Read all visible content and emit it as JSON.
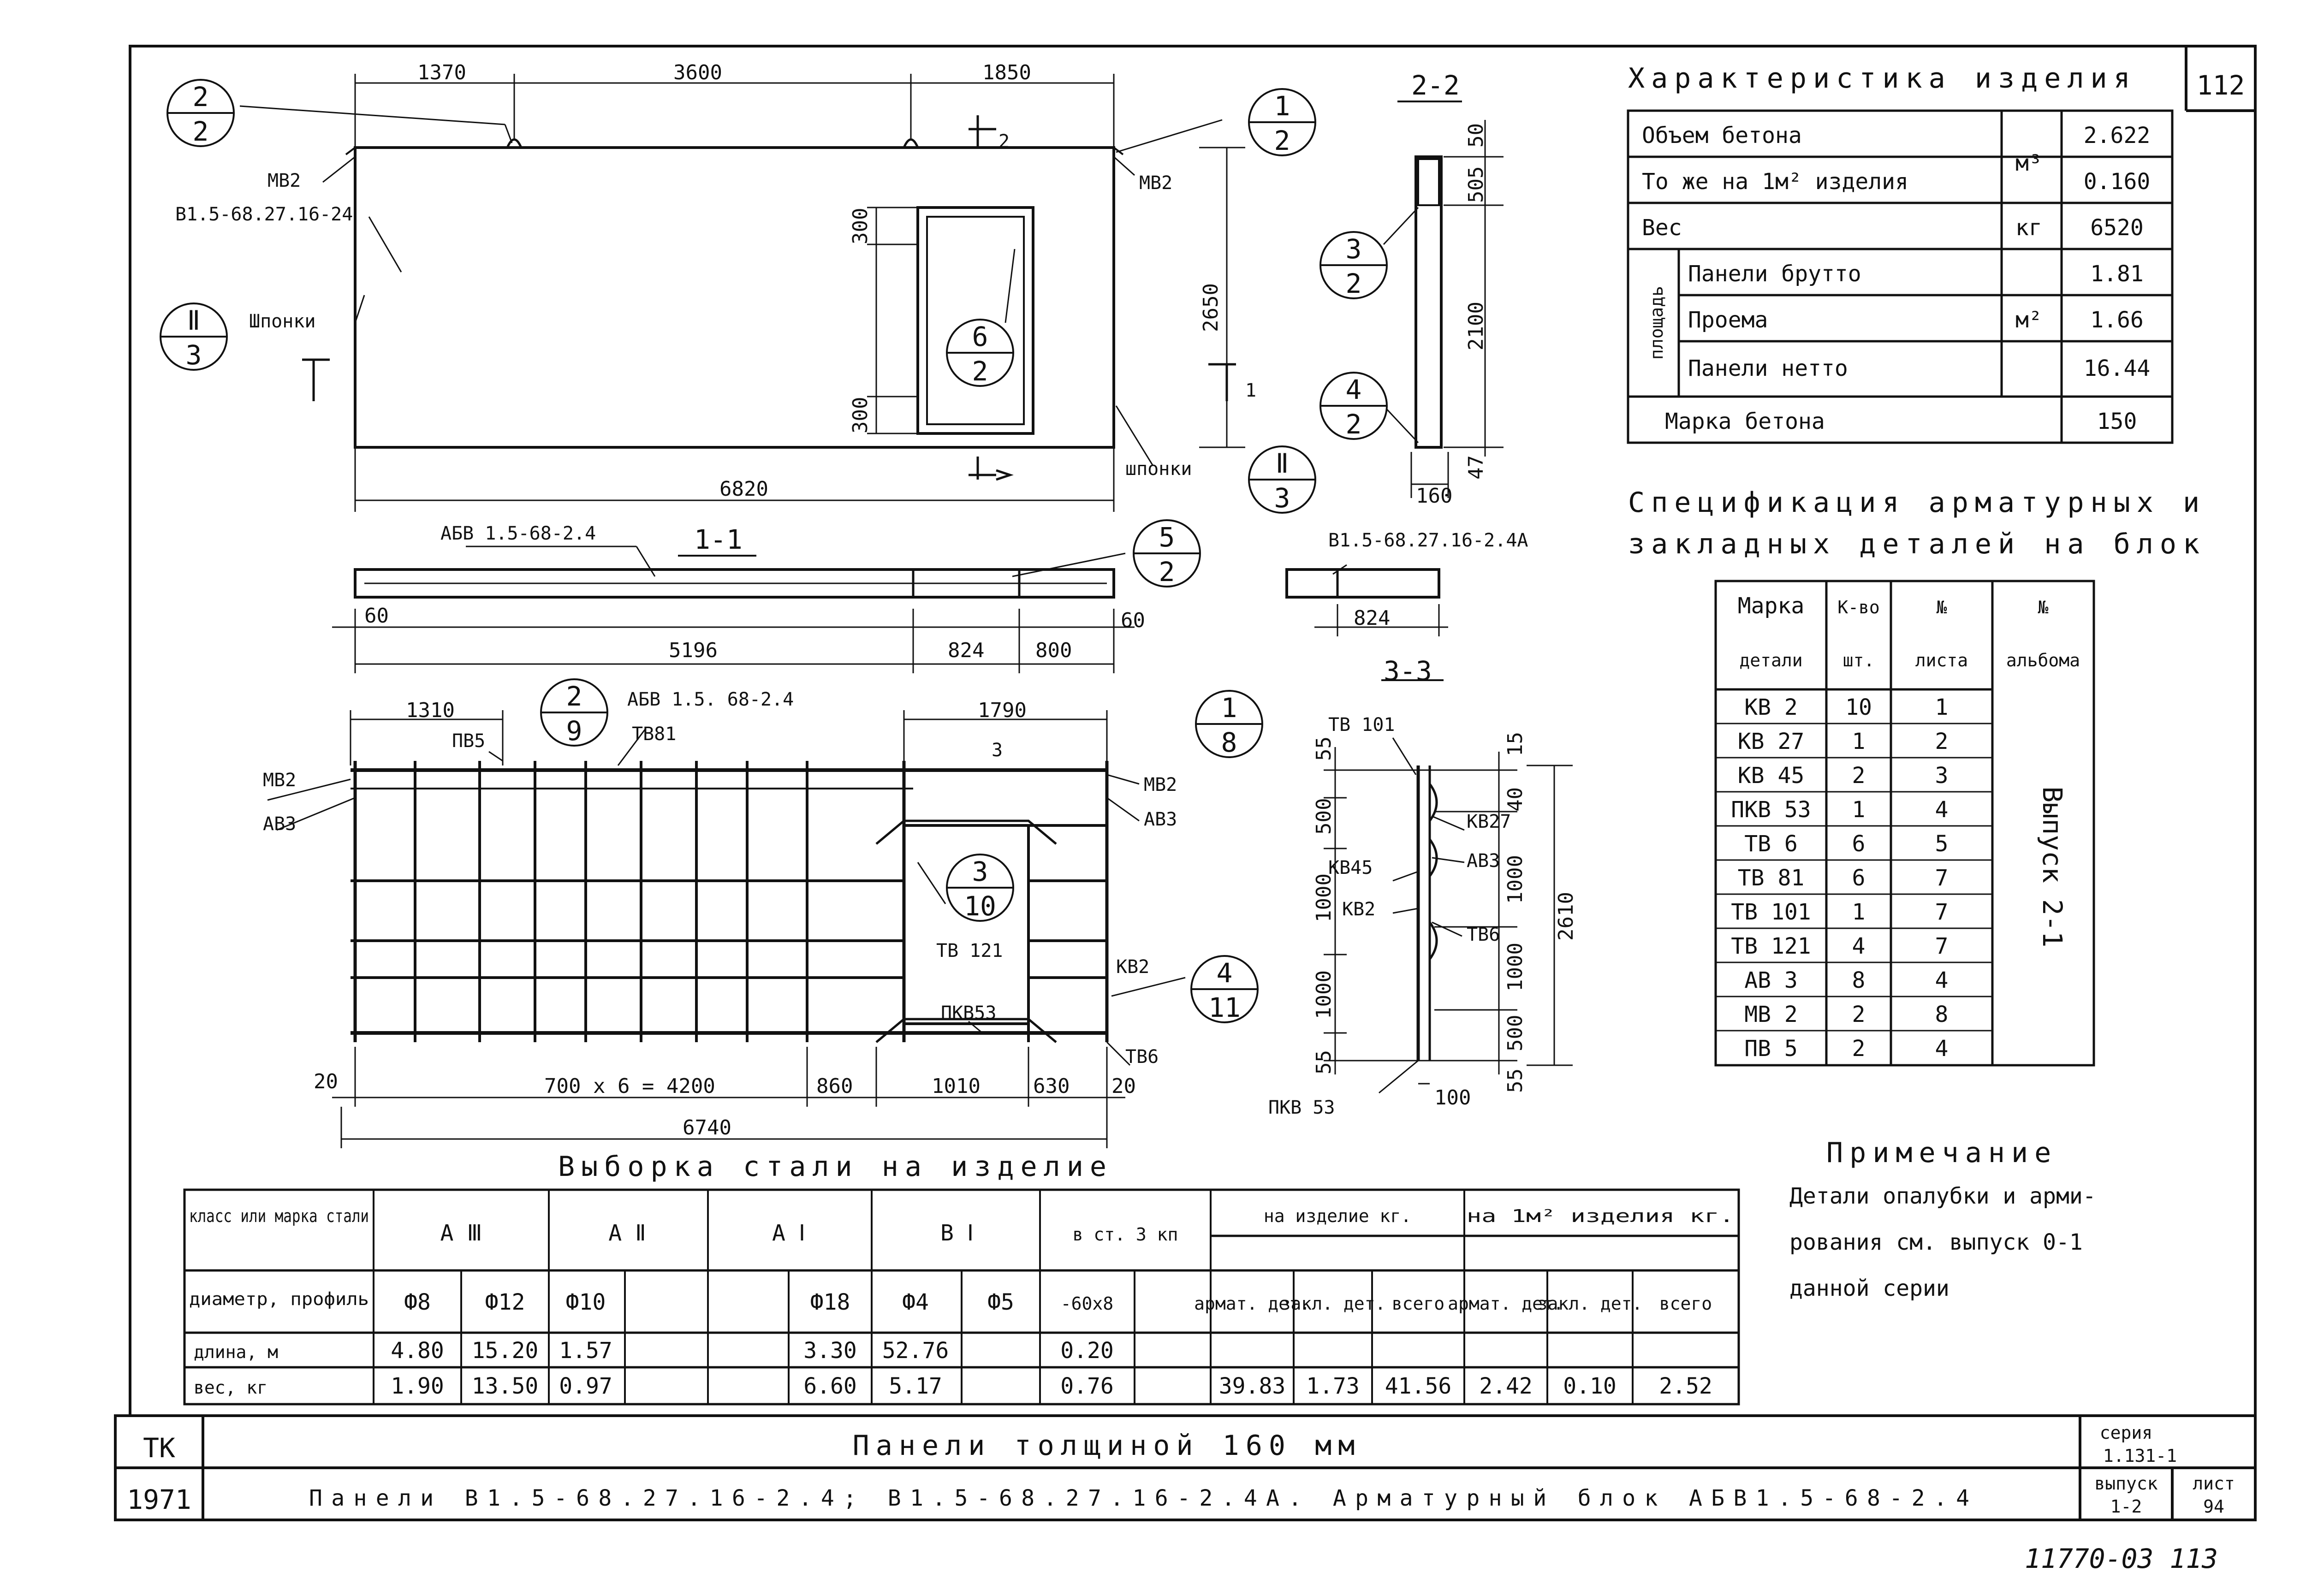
{
  "sheet_number": "112",
  "bottom_note": "11770-03 113",
  "characteristics": {
    "title": "Характеристика изделия",
    "concrete_volume": "Объем бетона",
    "per_m2": "То же на 1м² изделия",
    "unit_m3": "м³",
    "concrete_volume_val": "2.622",
    "per_m2_val": "0.160",
    "weight": "Вес",
    "unit_kg": "кг",
    "weight_val": "6520",
    "area": "площадь",
    "gross": "Панели брутто",
    "gross_val": "1.81",
    "opening": "Проема",
    "unit_m2": "м²",
    "opening_val": "1.66",
    "net": "Панели нетто",
    "net_val": "16.44",
    "grade": "Марка бетона",
    "grade_val": "150"
  },
  "spec": {
    "title1": "Спецификация арматурных и",
    "title2": "закладных деталей на блок",
    "h_mark1": "Марка",
    "h_mark2": "детали",
    "h_qty1": "К-во",
    "h_qty2": "шт.",
    "h_sheet1": "№",
    "h_sheet2": "листа",
    "h_album1": "№",
    "h_album2": "альбома",
    "album_val": "Выпуск 2-1",
    "rows": [
      {
        "mark": "КВ 2",
        "qty": "10",
        "sheet": "1"
      },
      {
        "mark": "КВ 27",
        "qty": "1",
        "sheet": "2"
      },
      {
        "mark": "КВ 45",
        "qty": "2",
        "sheet": "3"
      },
      {
        "mark": "ПКВ 53",
        "qty": "1",
        "sheet": "4"
      },
      {
        "mark": "ТВ 6",
        "qty": "6",
        "sheet": "5"
      },
      {
        "mark": "ТВ 81",
        "qty": "6",
        "sheet": "7"
      },
      {
        "mark": "ТВ 101",
        "qty": "1",
        "sheet": "7"
      },
      {
        "mark": "ТВ 121",
        "qty": "4",
        "sheet": "7"
      },
      {
        "mark": "АВ 3",
        "qty": "8",
        "sheet": "4"
      },
      {
        "mark": "МВ 2",
        "qty": "2",
        "sheet": "8"
      },
      {
        "mark": "ПВ 5",
        "qty": "2",
        "sheet": "4"
      }
    ]
  },
  "note": {
    "title": "Примечание",
    "line1": "Детали опалубки и арми-",
    "line2": "рования см. выпуск 0-1",
    "line3": "данной серии"
  },
  "steel": {
    "title": "Выборка стали на изделие",
    "h_class": "класс или марка стали",
    "h_a3": "А Ⅲ",
    "h_a2": "А Ⅱ",
    "h_a1": "А Ⅰ",
    "h_b1": "В Ⅰ",
    "h_st3": "в ст. 3 кп",
    "h_item": "на изделие кг.",
    "h_m2": "на 1м² изделия кг.",
    "h_diam": "диаметр, профиль",
    "d_8": "Ф8",
    "d_12": "Ф12",
    "d_10": "Ф10",
    "d_18": "Ф18",
    "d_4": "Ф4",
    "d_5": "Ф5",
    "d_60": "-60x8",
    "h_armat": "армат. дет.",
    "h_zakl": "закл. дет.",
    "h_total": "всего",
    "h_len": "длина, м",
    "h_wt": "вес, кг",
    "len_8": "4.80",
    "len_12": "15.20",
    "len_10": "1.57",
    "len_18": "3.30",
    "len_4": "52.76",
    "len_60": "0.20",
    "wt_8": "1.90",
    "wt_12": "13.50",
    "wt_10": "0.97",
    "wt_18": "6.60",
    "wt_4": "5.17",
    "wt_60": "0.76",
    "wt_armat": "39.83",
    "wt_zakl": "1.73",
    "wt_total": "41.56",
    "wt_m2_armat": "2.42",
    "wt_m2_zakl": "0.10",
    "wt_m2_total": "2.52"
  },
  "title_block": {
    "tk": "ТК",
    "year": "1971",
    "title": "Панели толщиной 160 мм",
    "subtitle": "Панели В1.5-68.27.16-2.4; В1.5-68.27.16-2.4А. Арматурный блок АБВ1.5-68-2.4",
    "series_label": "серия",
    "series_val": "1.131-1",
    "issue_label": "выпуск",
    "issue_val": "1-2",
    "list_label": "лист",
    "list_val": "94"
  },
  "panel_view": {
    "d_1370": "1370",
    "d_3600": "3600",
    "d_1850": "1850",
    "d_6820": "6820",
    "d_2650": "2650",
    "d_300a": "300",
    "d_300b": "300",
    "mv2_left": "МВ2",
    "mv2_right": "МВ2",
    "mark": "В1.5-68.27.16-24",
    "shponki_left": "Шпонки",
    "shponki_right": "шпонки",
    "cut1": "1",
    "cut2": "2",
    "c22_top": "2",
    "c22_bot": "2",
    "c12_top": "1",
    "c12_bot": "2",
    "c23_top": "Ⅱ",
    "c23_bot": "3",
    "c23r_top": "Ⅱ",
    "c23r_bot": "3",
    "c62_top": "6",
    "c62_bot": "2"
  },
  "section11": {
    "title": "1-1",
    "mark": "АБВ 1.5-68-2.4",
    "d_60a": "60",
    "d_5196": "5196",
    "d_824": "824",
    "d_800": "800",
    "d_60b": "60",
    "c52_top": "5",
    "c52_bot": "2"
  },
  "section22": {
    "title": "2-2",
    "d_50": "50",
    "d_505": "505",
    "d_2100": "2100",
    "d_47": "47",
    "d_160": "160",
    "c32_top": "3",
    "c32_bot": "2",
    "c42_top": "4",
    "c42_bot": "2"
  },
  "section33": {
    "title": "3-3",
    "mark": "В1.5-68.27.16-2.4А",
    "d_824": "824"
  },
  "block_view": {
    "mark": "АБВ 1.5. 68-2.4",
    "d_1310": "1310",
    "d_1790": "1790",
    "d_700x6": "700 x 6 = 4200",
    "d_860": "860",
    "d_1010": "1010",
    "d_630": "630",
    "d_20a": "20",
    "d_20b": "20",
    "d_6740": "6740",
    "pv5": "ПВ5",
    "tv81": "ТВ81",
    "mv2_l": "МВ2",
    "av3_l": "АВ3",
    "mv2_r": "МВ2",
    "av3_r": "АВ3",
    "tv121": "ТВ 121",
    "kv2": "КВ2",
    "pkv53": "ПКВ53",
    "tv6": "ТВ6",
    "cut3": "3",
    "c29_top": "2",
    "c29_bot": "9",
    "c18_top": "1",
    "c18_bot": "8",
    "c310_top": "3",
    "c310_bot": "10",
    "c411_top": "4",
    "c411_bot": "11"
  },
  "block_section": {
    "tv101": "ТВ 101",
    "kv27": "КВ27",
    "kv45": "КВ45",
    "av3": "АВ3",
    "kv2": "КВ2",
    "tv6": "ТВ6",
    "pkv53": "ПКВ 53",
    "d_55a": "55",
    "d_500a": "500",
    "d_1000a": "1000",
    "d_1000b": "1000",
    "d_55b": "55",
    "d_15": "15",
    "d_40": "40",
    "d_1000c": "1000",
    "d_1000d": "1000",
    "d_500b": "500",
    "d_55c": "55",
    "d_2610": "2610",
    "d_100": "100"
  }
}
